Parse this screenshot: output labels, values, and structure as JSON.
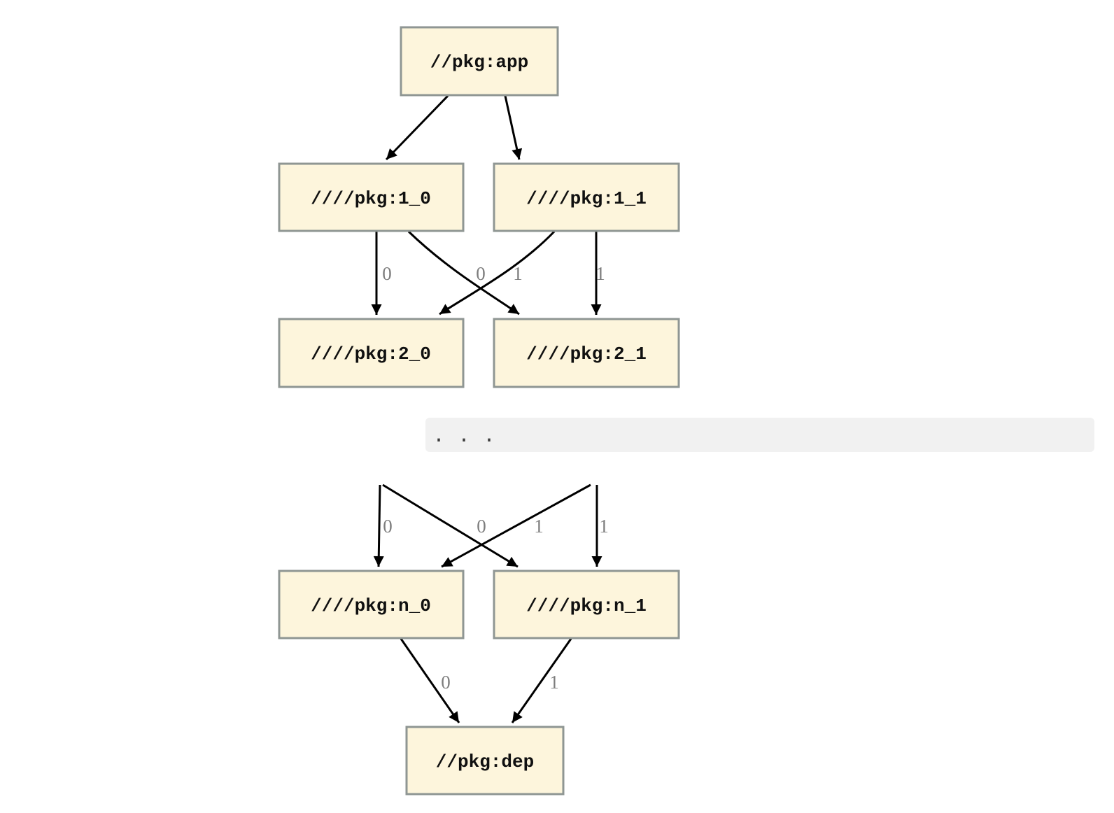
{
  "colors": {
    "node_fill": "#fdf5dc",
    "node_border": "#8f9693",
    "edge": "#000000",
    "edge_label": "#7d7d7d",
    "separator_bg": "#f1f1f1",
    "separator_text": "#3c3c3c"
  },
  "upper_graph": {
    "nodes": {
      "app": {
        "label": "//pkg:app"
      },
      "l1_0": {
        "label": "////pkg:1_0"
      },
      "l1_1": {
        "label": "////pkg:1_1"
      },
      "l2_0": {
        "label": "////pkg:2_0"
      },
      "l2_1": {
        "label": "////pkg:2_1"
      }
    },
    "edges": [
      {
        "from": "//pkg:app",
        "to": "////pkg:1_0"
      },
      {
        "from": "//pkg:app",
        "to": "////pkg:1_1"
      },
      {
        "from": "////pkg:1_0",
        "to": "////pkg:2_0",
        "label": "0"
      },
      {
        "from": "////pkg:1_1",
        "to": "////pkg:2_0",
        "label": "0"
      },
      {
        "from": "////pkg:1_0",
        "to": "////pkg:2_1",
        "label": "1"
      },
      {
        "from": "////pkg:1_1",
        "to": "////pkg:2_1",
        "label": "1"
      }
    ]
  },
  "separator": {
    "text": ". . ."
  },
  "lower_graph": {
    "nodes": {
      "ln_0": {
        "label": "////pkg:n_0"
      },
      "ln_1": {
        "label": "////pkg:n_1"
      },
      "dep": {
        "label": "//pkg:dep"
      }
    },
    "edges": [
      {
        "from": "...",
        "to": "////pkg:n_0",
        "label": "0"
      },
      {
        "from": "...",
        "to": "////pkg:n_0",
        "label": "0"
      },
      {
        "from": "...",
        "to": "////pkg:n_1",
        "label": "1"
      },
      {
        "from": "...",
        "to": "////pkg:n_1",
        "label": "1"
      },
      {
        "from": "////pkg:n_0",
        "to": "//pkg:dep",
        "label": "0"
      },
      {
        "from": "////pkg:n_1",
        "to": "//pkg:dep",
        "label": "1"
      }
    ]
  }
}
